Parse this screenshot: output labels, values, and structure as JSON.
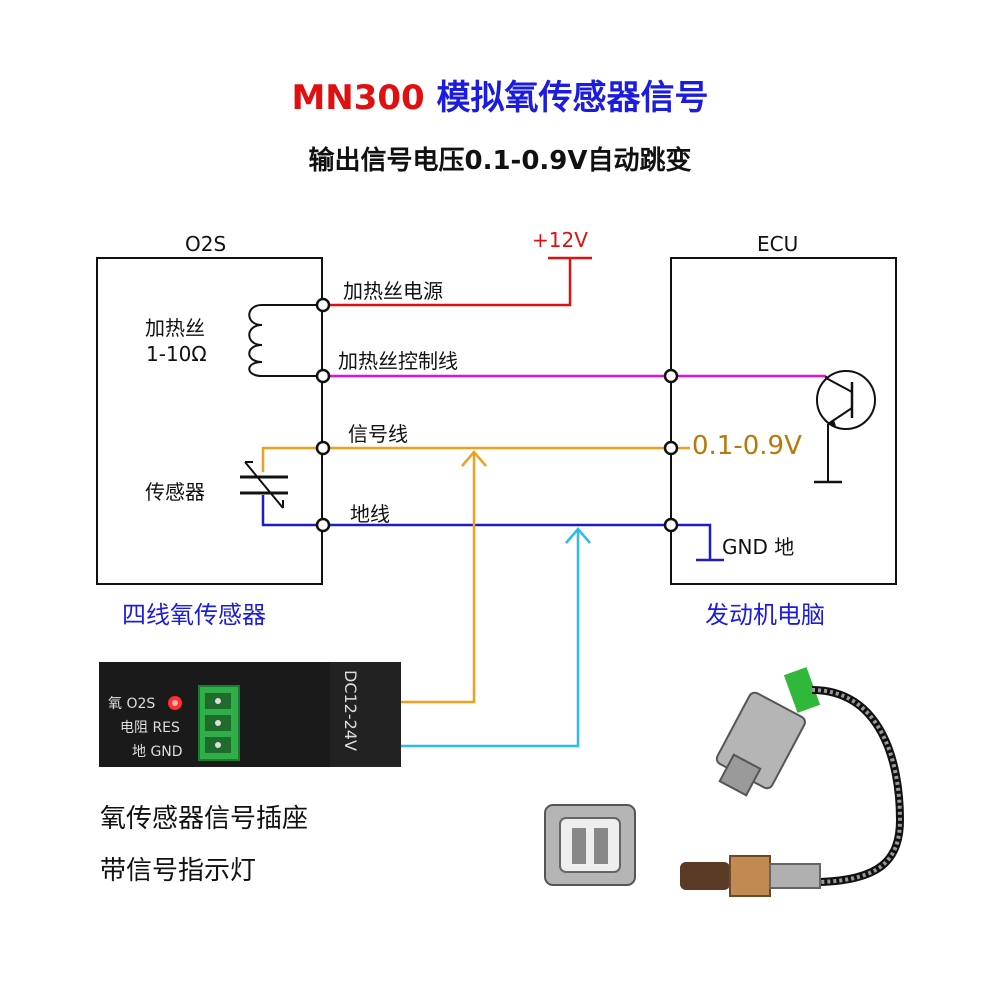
{
  "title": {
    "prefix": "MN300",
    "rest": "模拟氧传感器信号",
    "prefix_color": "#e01010",
    "rest_color": "#1c1ce0"
  },
  "subtitle": "输出信号电压0.1-0.9V自动跳变",
  "o2s_box": {
    "label": "O2S",
    "heater_label": "加热丝",
    "heater_resistance": "1-10Ω",
    "sensor_label": "传感器",
    "caption": "四线氧传感器"
  },
  "ecu_box": {
    "label": "ECU",
    "caption": "发动机电脑",
    "signal_voltage": "0.1-0.9V",
    "ground_label": "GND 地"
  },
  "supply": {
    "label": "+12V",
    "color": "#e01010"
  },
  "wires": [
    {
      "label": "加热丝电源",
      "color": "#e01010"
    },
    {
      "label": "加热丝控制线",
      "color": "#e010e0"
    },
    {
      "label": "信号线",
      "color": "#f0a020"
    },
    {
      "label": "地线",
      "color": "#1c1cc8"
    }
  ],
  "connector_module": {
    "voltage_label": "DC12-24V",
    "rows": [
      {
        "label": "氧 O2S"
      },
      {
        "label": "电阻 RES"
      },
      {
        "label": "地 GND"
      }
    ]
  },
  "captions": {
    "line1": "氧传感器信号插座",
    "line2": "带信号指示灯"
  },
  "colors": {
    "orange_wire": "#f0a020",
    "cyan_wire": "#30b8f0",
    "voltage_text": "#b8780a"
  }
}
